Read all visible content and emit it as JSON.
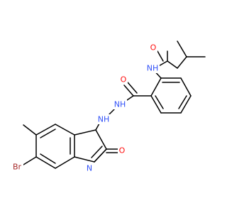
{
  "colors": {
    "bond": "#000000",
    "O": "#ff0d0d",
    "N": "#3050f8",
    "Br": "#a62929",
    "background": "#ffffff"
  },
  "atoms": [
    {
      "id": "br",
      "label": "Br",
      "element": "Br"
    },
    {
      "id": "o-lactam",
      "label": "O",
      "element": "O"
    },
    {
      "id": "n-ring",
      "label": "N",
      "element": "N"
    },
    {
      "id": "n-hydrazine-1",
      "label": "NH",
      "element": "N"
    },
    {
      "id": "n-hydrazine-2",
      "label": "NH",
      "element": "N"
    },
    {
      "id": "o-benzamide",
      "label": "O",
      "element": "O"
    },
    {
      "id": "n-amide",
      "label": "NH",
      "element": "N"
    },
    {
      "id": "o-amide",
      "label": "O",
      "element": "O"
    }
  ]
}
